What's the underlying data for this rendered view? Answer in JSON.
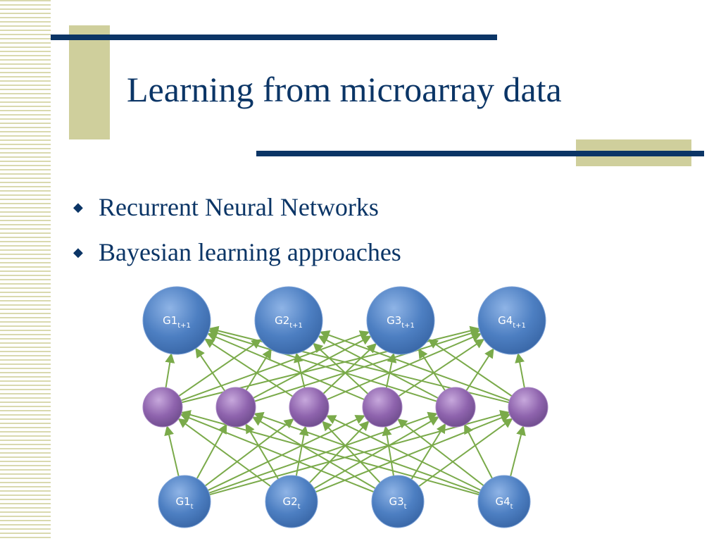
{
  "slide": {
    "title": "Learning from microarray data",
    "bullets": [
      "Recurrent Neural Networks",
      "Bayesian learning approaches"
    ]
  },
  "network": {
    "top_nodes": [
      {
        "base": "G1",
        "sub": "t+1"
      },
      {
        "base": "G2",
        "sub": "t+1"
      },
      {
        "base": "G3",
        "sub": "t+1"
      },
      {
        "base": "G4",
        "sub": "t+1"
      }
    ],
    "hidden_count": 6,
    "bottom_nodes": [
      {
        "base": "G1",
        "sub": "t"
      },
      {
        "base": "G2",
        "sub": "t"
      },
      {
        "base": "G3",
        "sub": "t"
      },
      {
        "base": "G4",
        "sub": "t"
      }
    ],
    "colors": {
      "gene_node": "#4d7fc2",
      "hidden_node": "#8e63ad",
      "edge": "#7aaa4a",
      "title": "#0b3566",
      "accent_block": "#cfcf9c"
    }
  }
}
